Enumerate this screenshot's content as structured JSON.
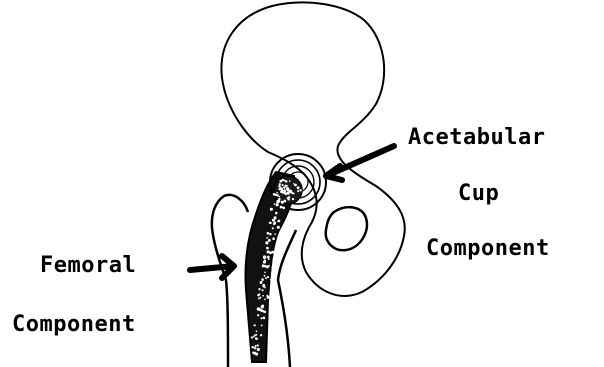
{
  "labels": {
    "acetabular_cup": [
      "Acetabular",
      "Cup",
      "Component"
    ],
    "femoral": [
      "Femoral",
      "Component"
    ]
  },
  "colors": {
    "ink": "#000000",
    "paper": "#ffffff"
  }
}
